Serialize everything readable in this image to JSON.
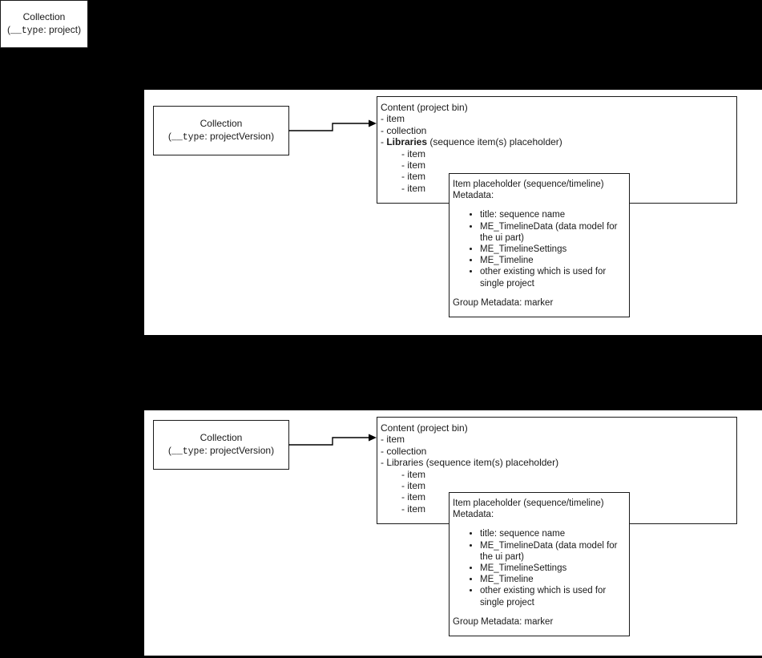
{
  "background_color": "#000000",
  "panel_color": "#ffffff",
  "stroke_color": "#1a1a1a",
  "project_card": {
    "title": "Collection",
    "subtitle": "(__type: project)",
    "type_key": "__type",
    "type_value": "project"
  },
  "diagrams": [
    {
      "id": "top",
      "collection_box": {
        "title": "Collection",
        "subtitle": "(__type: projectVersion)",
        "type_key": "__type",
        "type_value": "projectVersion"
      },
      "arrow": {
        "name": "collection-to-content-arrow"
      },
      "content_box": {
        "heading": "Content (project bin)",
        "lines": [
          {
            "text": "- item",
            "indent": false,
            "bold_prefix": ""
          },
          {
            "text": "- collection",
            "indent": false,
            "bold_prefix": ""
          },
          {
            "text": "- Libraries (sequence item(s) placeholder)",
            "indent": false,
            "bold_prefix": "Libraries",
            "bold_lead": "- ",
            "bold_tail": " (sequence item(s) placeholder)"
          },
          {
            "text": "- item",
            "indent": true,
            "bold_prefix": ""
          },
          {
            "text": "- item",
            "indent": true,
            "bold_prefix": ""
          },
          {
            "text": "- item",
            "indent": true,
            "bold_prefix": ""
          },
          {
            "text": "- item",
            "indent": true,
            "bold_prefix": ""
          }
        ]
      },
      "item_box": {
        "heading": "Item placeholder (sequence/timeline)",
        "metadata_label": "Metadata:",
        "bullets": [
          "title: sequence name",
          "ME_TimelineData (data model for the ui part)",
          "ME_TimelineSettings",
          "ME_Timeline",
          "other existing which is used for single project"
        ],
        "footer": "Group Metadata: marker"
      }
    },
    {
      "id": "bottom",
      "collection_box": {
        "title": "Collection",
        "subtitle": "(__type: projectVersion)",
        "type_key": "__type",
        "type_value": "projectVersion"
      },
      "arrow": {
        "name": "collection-to-content-arrow"
      },
      "content_box": {
        "heading": "Content (project bin)",
        "lines": [
          {
            "text": "- item",
            "indent": false,
            "bold_prefix": ""
          },
          {
            "text": "- collection",
            "indent": false,
            "bold_prefix": ""
          },
          {
            "text": "- Libraries (sequence item(s) placeholder)",
            "indent": false,
            "bold_prefix": ""
          },
          {
            "text": "- item",
            "indent": true,
            "bold_prefix": ""
          },
          {
            "text": "- item",
            "indent": true,
            "bold_prefix": ""
          },
          {
            "text": "- item",
            "indent": true,
            "bold_prefix": ""
          },
          {
            "text": "- item",
            "indent": true,
            "bold_prefix": ""
          }
        ]
      },
      "item_box": {
        "heading": "Item placeholder (sequence/timeline)",
        "metadata_label": "Metadata:",
        "bullets": [
          "title: sequence name",
          "ME_TimelineData (data model for the ui part)",
          "ME_TimelineSettings",
          "ME_Timeline",
          "other existing which is used for single project"
        ],
        "footer": "Group Metadata: marker"
      }
    }
  ]
}
